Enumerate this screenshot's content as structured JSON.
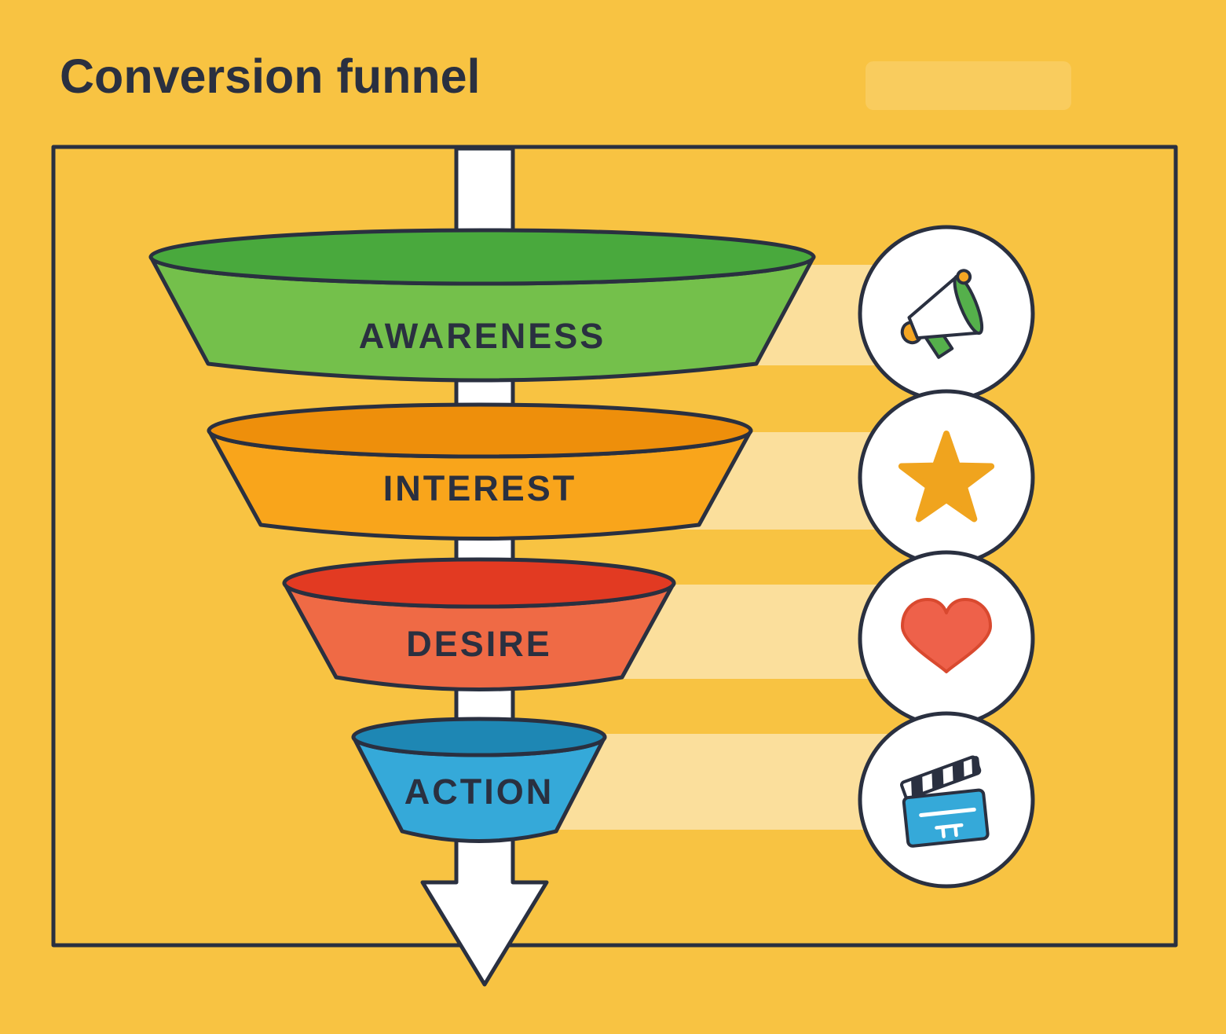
{
  "title": "Conversion funnel",
  "stages": [
    {
      "label": "AWARENESS",
      "icon": "megaphone-icon",
      "top_color": "#49A93D",
      "body_color": "#74C04B"
    },
    {
      "label": "INTEREST",
      "icon": "star-icon",
      "top_color": "#EE8F0B",
      "body_color": "#F9A51B"
    },
    {
      "label": "DESIRE",
      "icon": "heart-icon",
      "top_color": "#E23A22",
      "body_color": "#EF6A45"
    },
    {
      "label": "ACTION",
      "icon": "clapperboard-icon",
      "top_color": "#1E87B4",
      "body_color": "#35A9D9"
    }
  ],
  "colors": {
    "bg": "#F8C342",
    "ink": "#2A3040",
    "band": "#FBDF9C",
    "arrow": "#FFFFFF",
    "circle": "#FFFFFF",
    "star": "#F0A41E",
    "heart": "#EE614A",
    "heart-dark": "#D9492F",
    "clapper": "#35A9D9",
    "accent-green": "#55B04B",
    "accent-orange": "#F5A623"
  }
}
